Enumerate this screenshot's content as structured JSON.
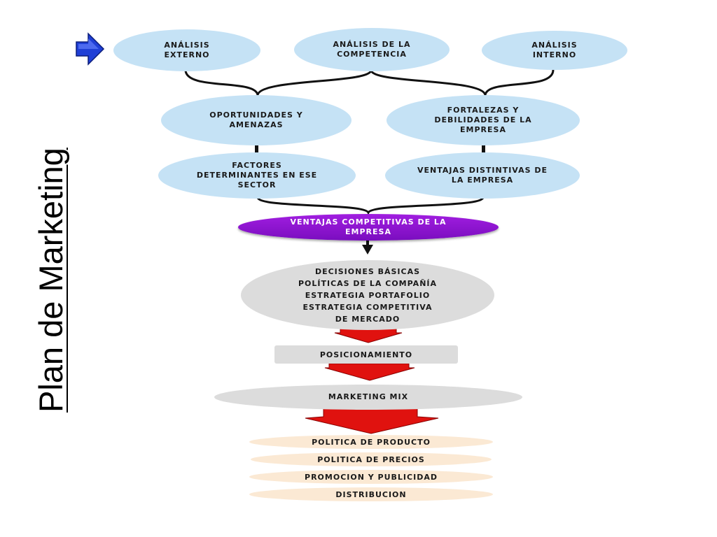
{
  "title": "Plan de Marketing",
  "nodes": {
    "analisis_externo": "ANÁLISIS EXTERNO",
    "analisis_competencia": "ANÁLISIS DE LA COMPETENCIA",
    "analisis_interno": "ANÁLISIS INTERNO",
    "oportunidades": "OPORTUNIDADES Y AMENAZAS",
    "fortalezas": "FORTALEZAS Y DEBILIDADES DE LA EMPRESA",
    "factores": "FACTORES DETERMINANTES EN ESE SECTOR",
    "ventajas_distintivas": "VENTAJAS DISTINTIVAS DE LA EMPRESA",
    "ventajas_competitivas": "VENTAJAS COMPETITIVAS DE LA EMPRESA",
    "decisiones": [
      "DECISIONES BÁSICAS",
      "POLÍTICAS DE LA COMPAÑÍA",
      "ESTRATEGIA PORTAFOLIO",
      "ESTRATEGIA COMPETITIVA",
      "DE MERCADO"
    ],
    "posicionamiento": "POSICIONAMIENTO",
    "marketing_mix": "MARKETING MIX",
    "politica_producto": "POLITICA DE PRODUCTO",
    "politica_precios": "POLITICA DE PRECIOS",
    "promocion": "PROMOCION Y PUBLICIDAD",
    "distribucion": "DISTRIBUCION"
  },
  "colors": {
    "analysis_fill": "#c5e2f5",
    "competitive_fill": "#8e16d2",
    "decision_fill": "#dcdcdc",
    "arrow_red": "#e0120f",
    "mix_item_fill": "#fbe9d4",
    "pointer_blue": "#1f3fd6"
  },
  "icons": {
    "pointer": "right-arrow-icon"
  }
}
